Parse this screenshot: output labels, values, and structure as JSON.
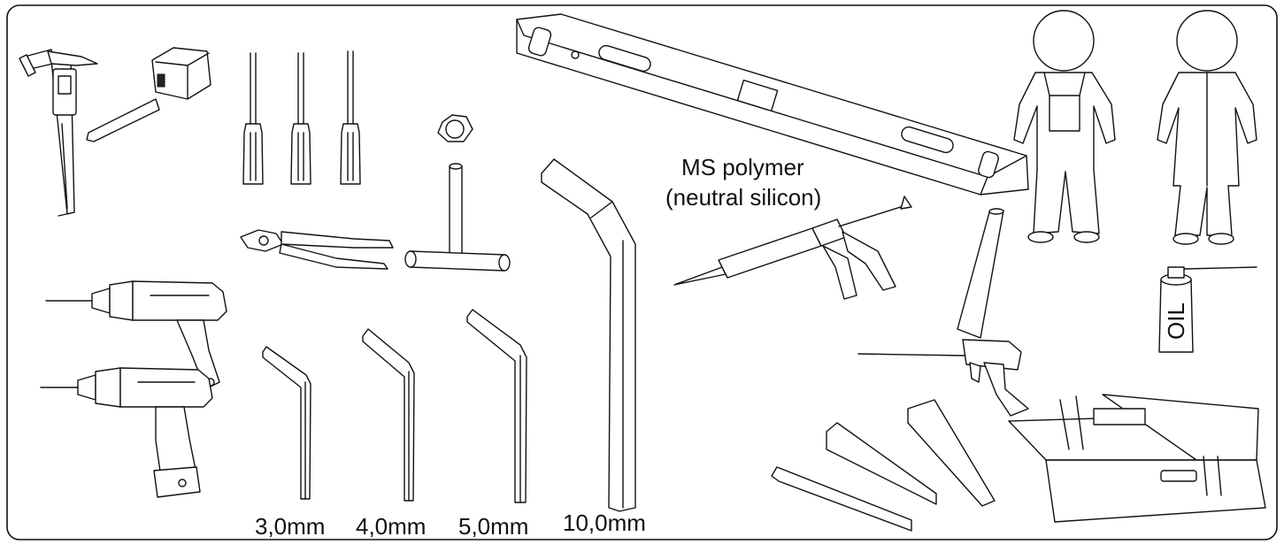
{
  "labels": {
    "sealant_line1": "MS polymer",
    "sealant_line2": "(neutral silicon)",
    "oil": "OIL",
    "hex_key_3": "3,0mm",
    "hex_key_4": "4,0mm",
    "hex_key_5": "5,0mm",
    "hex_key_10": "10,0mm"
  },
  "colors": {
    "ink": "#111111",
    "paper": "#ffffff"
  }
}
